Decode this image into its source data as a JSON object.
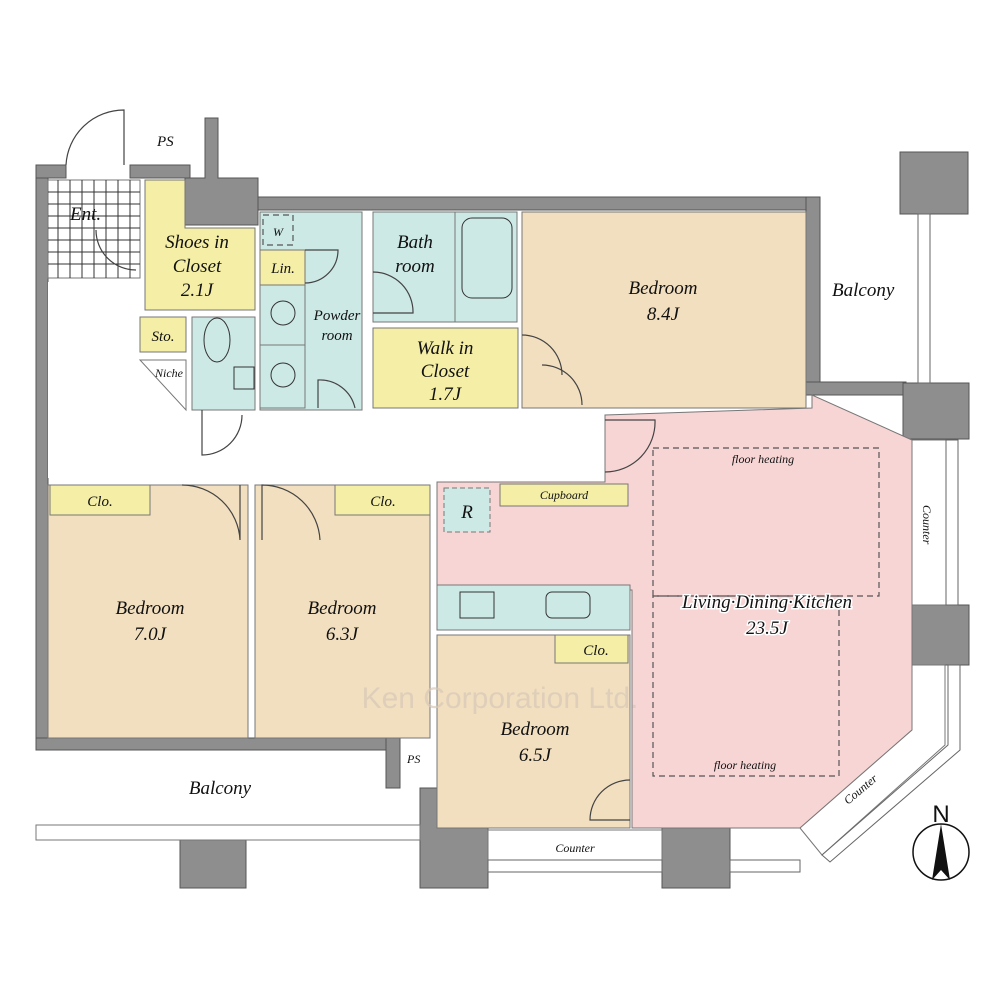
{
  "rooms": {
    "entrance": "Ent.",
    "shoes_closet": [
      "Shoes in",
      "Closet",
      "2.1J"
    ],
    "storage": "Sto.",
    "niche": "Niche",
    "washer": "W",
    "linen": "Lin.",
    "powder_room": [
      "Powder",
      "room"
    ],
    "bathroom": [
      "Bath",
      "room"
    ],
    "walk_in_closet": [
      "Walk in",
      "Closet",
      "1.7J"
    ],
    "bedroom_ne": [
      "Bedroom",
      "8.4J"
    ],
    "balcony_ne": "Balcony",
    "bedroom_w": [
      "Bedroom",
      "7.0J"
    ],
    "bedroom_c": [
      "Bedroom",
      "6.3J"
    ],
    "bedroom_s": [
      "Bedroom",
      "6.5J"
    ],
    "closet": "Clo.",
    "refrigerator": "R",
    "cupboard": "Cupboard",
    "ldk": [
      "Living·Dining·Kitchen",
      "23.5J"
    ],
    "floor_heating": "floor heating",
    "counter": "Counter",
    "balcony_s": "Balcony",
    "pipe_space": "PS"
  },
  "compass": "N",
  "watermark": "Ken Corporation Ltd."
}
